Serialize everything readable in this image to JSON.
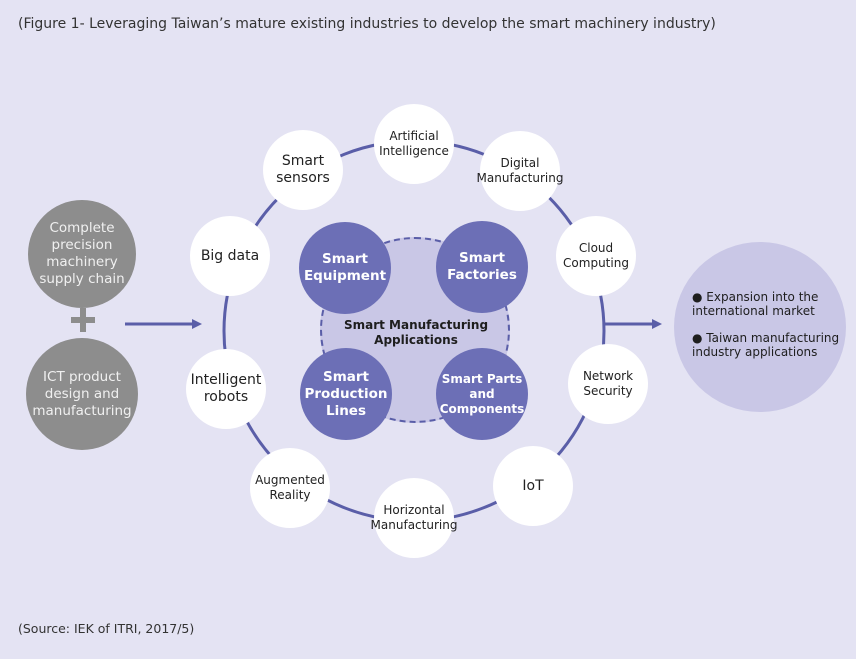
{
  "caption": "(Figure 1- Leveraging Taiwan’s mature existing industries to develop the smart machinery industry)",
  "source": "(Source: IEK of ITRI, 2017/5)",
  "inputs": {
    "supply_chain": [
      "Complete",
      "precision",
      "machinery",
      "supply chain"
    ],
    "ict": [
      "ICT product",
      "design and",
      "manufacturing"
    ]
  },
  "ring_nodes": [
    {
      "lines": [
        "Artificial",
        "Intelligence"
      ]
    },
    {
      "lines": [
        "Digital",
        "Manufacturing"
      ]
    },
    {
      "lines": [
        "Cloud",
        "Computing"
      ]
    },
    {
      "lines": [
        "Network",
        "Security"
      ]
    },
    {
      "lines": [
        "IoT"
      ]
    },
    {
      "lines": [
        "Horizontal",
        "Manufacturing"
      ]
    },
    {
      "lines": [
        "Augmented",
        "Reality"
      ]
    },
    {
      "lines": [
        "Intelligent",
        "robots"
      ]
    },
    {
      "lines": [
        "Big data"
      ]
    },
    {
      "lines": [
        "Smart",
        "sensors"
      ]
    }
  ],
  "center": {
    "label": [
      "Smart Manufacturing",
      "Applications"
    ],
    "quadrants": [
      {
        "lines": [
          "Smart",
          "Equipment"
        ]
      },
      {
        "lines": [
          "Smart",
          "Factories"
        ]
      },
      {
        "lines": [
          "Smart",
          "Production",
          "Lines"
        ]
      },
      {
        "lines": [
          "Smart Parts",
          "and",
          "Components"
        ]
      }
    ]
  },
  "outcomes": [
    "● Expansion into the international market",
    "● Taiwan manufacturing industry applications"
  ],
  "colors": {
    "background": "#e4e3f3",
    "ring": "#5a5ea8",
    "quadrant": "#6c6fb6",
    "gray_input": "#8d8d8d",
    "outcome_circle": "#c9c7e6"
  }
}
